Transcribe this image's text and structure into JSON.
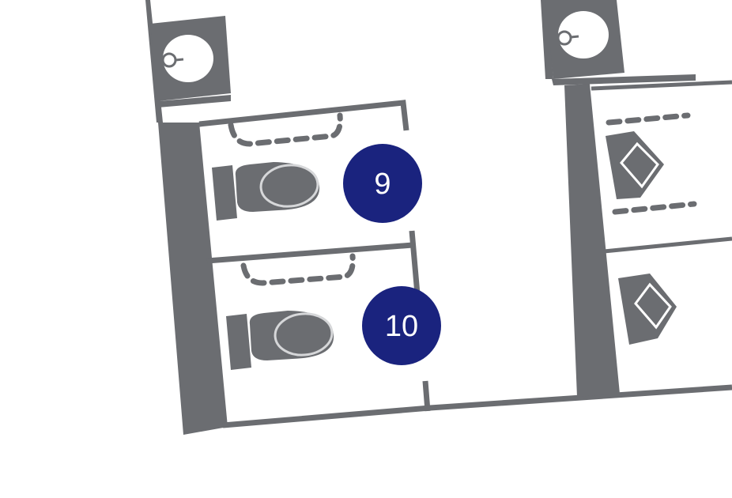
{
  "colors": {
    "wall": "#6b6d71",
    "marker": "#1a237e",
    "marker_text": "#ffffff",
    "fixture_outline": "#d6d7d9",
    "background": "#ffffff"
  },
  "markers": [
    {
      "id": "stall-9",
      "label": "9"
    },
    {
      "id": "stall-10",
      "label": "10"
    }
  ],
  "icons": [
    "sink-icon",
    "toilet-icon",
    "urinal-icon"
  ]
}
